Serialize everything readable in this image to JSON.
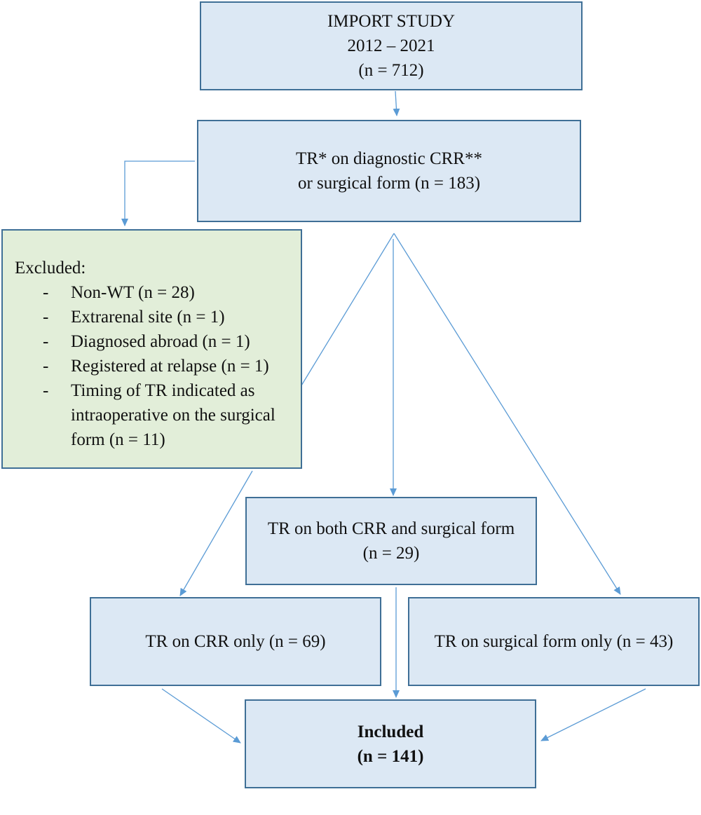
{
  "boxes": {
    "import": {
      "line1": "IMPORT STUDY",
      "line2": "2012 – 2021",
      "line3": "(n = 712)"
    },
    "tr_any": {
      "line1": "TR* on diagnostic CRR**",
      "line2": "or surgical form (n = 183)"
    },
    "excluded": {
      "heading": "Excluded:",
      "items": [
        "Non-WT (n = 28)",
        "Extrarenal site (n = 1)",
        "Diagnosed abroad  (n = 1)",
        "Registered at relapse (n = 1)",
        "Timing of TR indicated as intraoperative on the surgical form (n = 11)"
      ]
    },
    "tr_both": {
      "line1": "TR on both CRR and surgical form",
      "line2": "(n = 29)"
    },
    "tr_crr_only": {
      "line1": "TR on CRR only  (n = 69)"
    },
    "tr_surgical_only": {
      "line1": "TR on surgical form only  (n = 43)"
    },
    "included": {
      "line1": "Included",
      "line2": "(n  = 141)"
    }
  },
  "colors": {
    "box_fill": "#dce8f4",
    "excluded_fill": "#e2eed9",
    "border": "#3f6f96",
    "arrow": "#5b9bd5"
  }
}
